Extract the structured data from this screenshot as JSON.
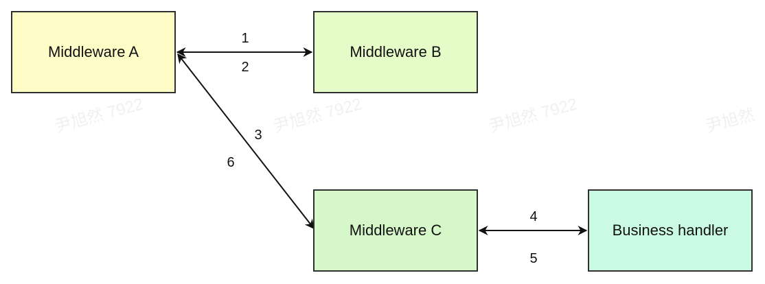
{
  "nodes": {
    "a": {
      "label": "Middleware A",
      "color": "#fefcc7"
    },
    "b": {
      "label": "Middleware B",
      "color": "#e5fbc8"
    },
    "c": {
      "label": "Middleware C",
      "color": "#d6f8c8"
    },
    "d": {
      "label": "Business handler",
      "color": "#cafbe2"
    }
  },
  "edges": {
    "a_b": {
      "forward_label": "1",
      "return_label": "2"
    },
    "a_c": {
      "forward_label": "3",
      "return_label": "6"
    },
    "c_d": {
      "forward_label": "4",
      "return_label": "5"
    }
  },
  "watermark": {
    "text": "尹旭然 7922",
    "truncated_text": "尹旭然"
  }
}
